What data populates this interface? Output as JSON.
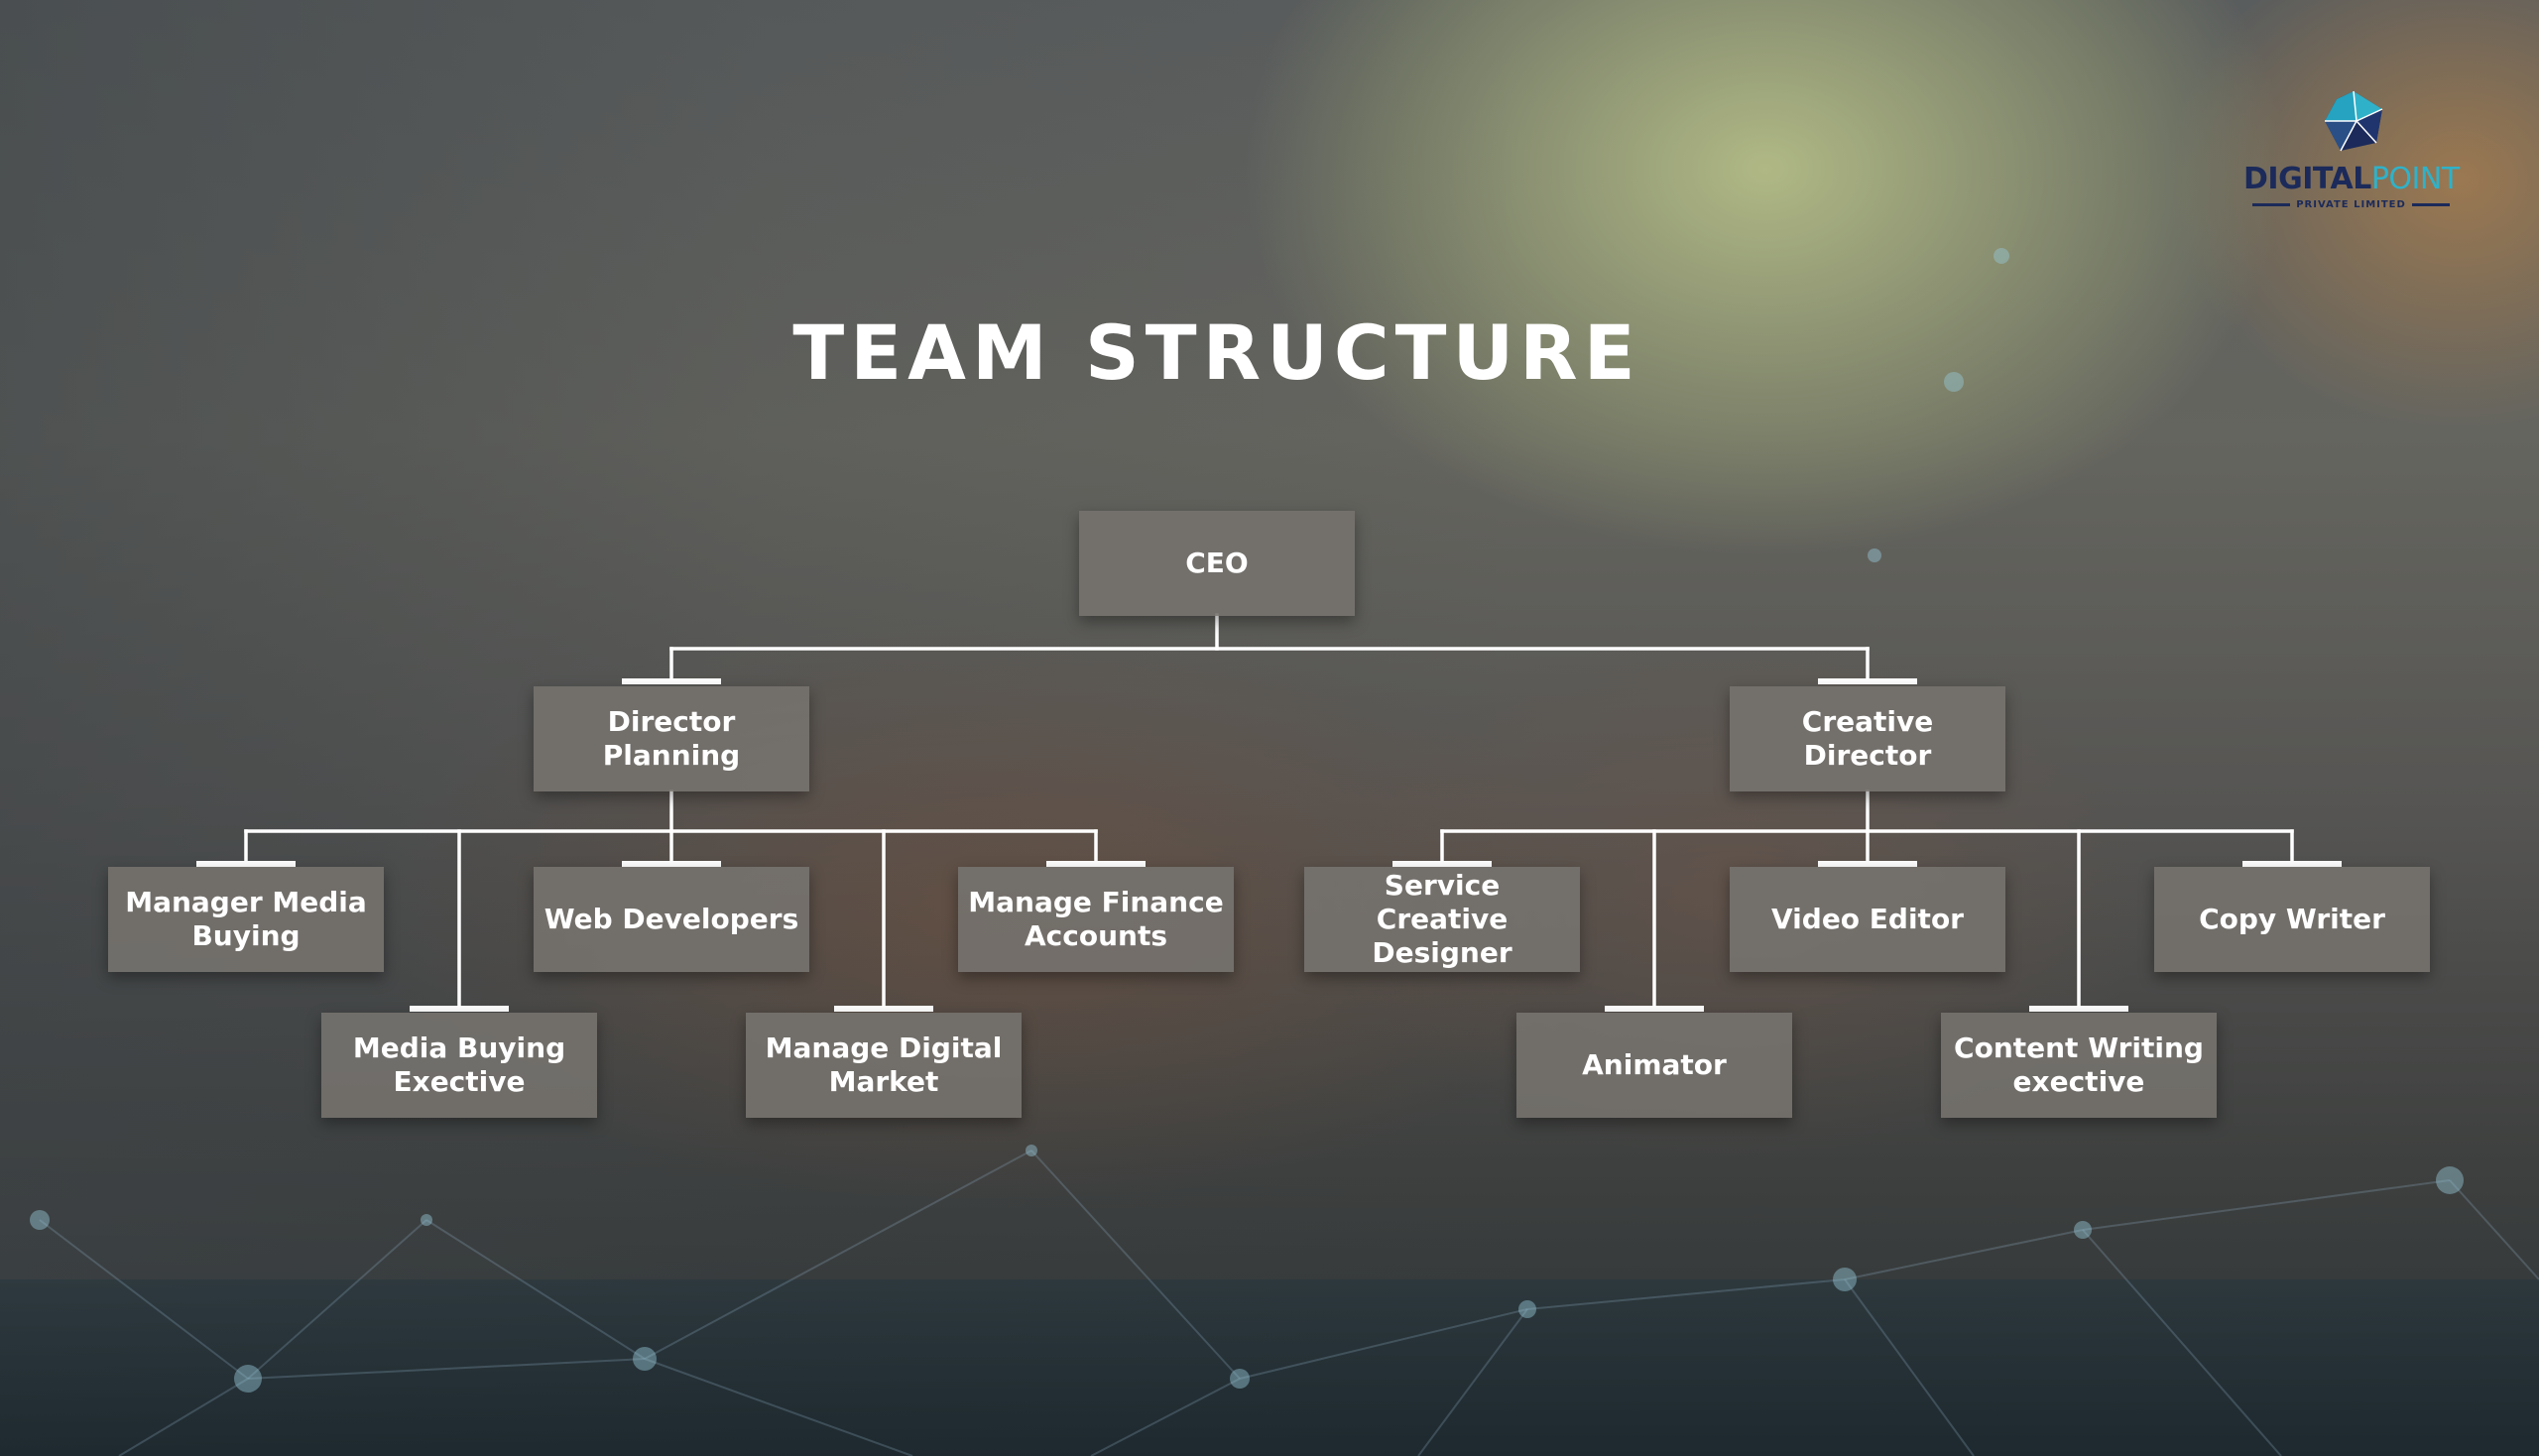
{
  "title": "TEAM STRUCTURE",
  "logo": {
    "name_part1": "DIGITAL",
    "name_part2": "POINT",
    "tagline": "PRIVATE LIMITED",
    "colors": {
      "primary": "#1b2a5a",
      "accent": "#2fb2c9"
    }
  },
  "org": {
    "ceo": "CEO",
    "director_planning": "Director Planning",
    "creative_director": "Creative Director",
    "planning_team": {
      "manager_media_buying": [
        "Manager Media",
        "Buying"
      ],
      "media_buying_executive": [
        "Media Buying",
        "Exective"
      ],
      "web_developers": "Web Developers",
      "manage_digital_market": [
        "Manage Digital",
        "Market"
      ],
      "manage_finance_accounts": [
        "Manage Finance",
        "Accounts"
      ]
    },
    "creative_team": {
      "service_creative_designer": [
        "Service Creative",
        "Designer"
      ],
      "animator": "Animator",
      "video_editor": "Video Editor",
      "content_writing_executive": [
        "Content Writing",
        "exective"
      ],
      "copy_writer": "Copy Writer"
    }
  },
  "colors": {
    "box": "#76726e",
    "connector": "#ffffff",
    "text": "#ffffff"
  }
}
